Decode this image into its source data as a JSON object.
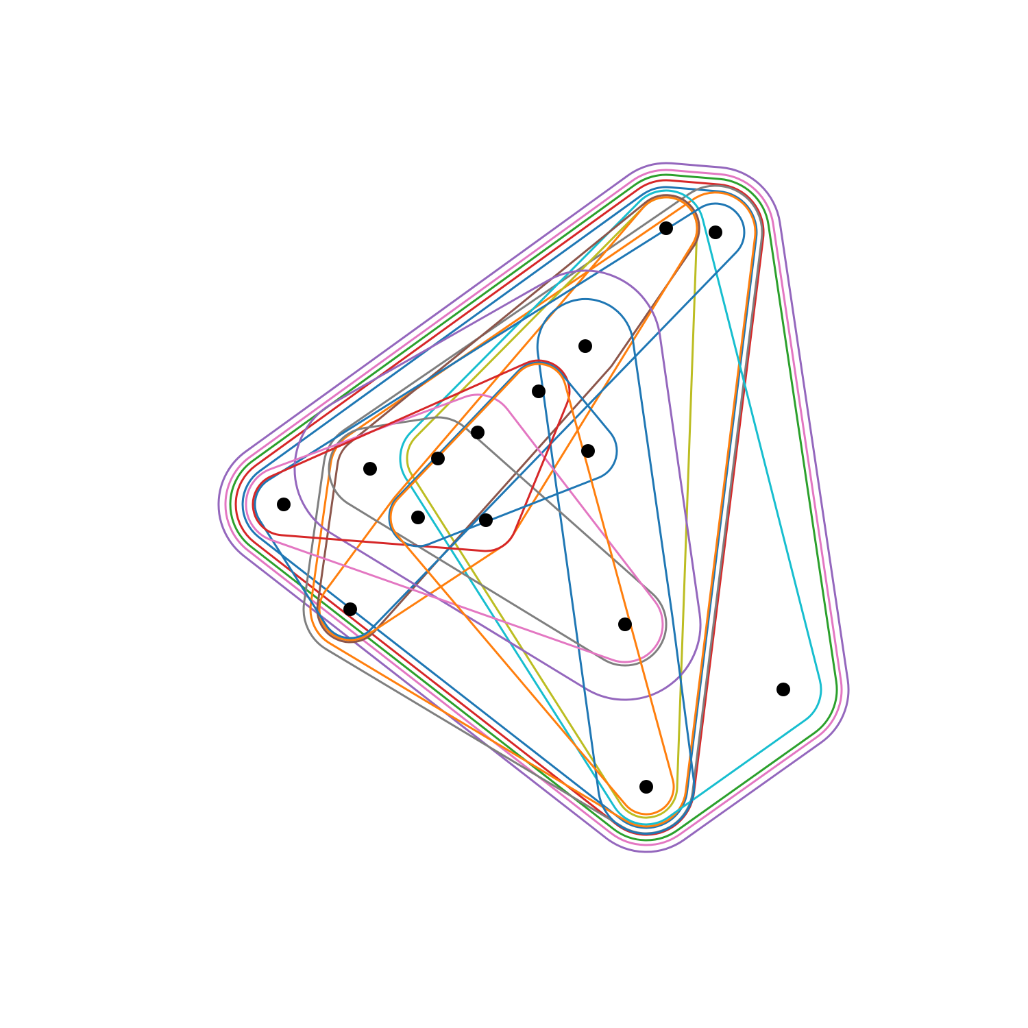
{
  "diagram": {
    "type": "hypergraph",
    "node_color": "#000000",
    "background": "#ffffff",
    "palette": [
      "#1f77b4",
      "#ff7f0e",
      "#2ca02c",
      "#d62728",
      "#9467bd",
      "#8c564b",
      "#e377c2",
      "#7f7f7f",
      "#bcbd22",
      "#17becf"
    ],
    "node_count": 16,
    "hyperedge_count": 19
  }
}
